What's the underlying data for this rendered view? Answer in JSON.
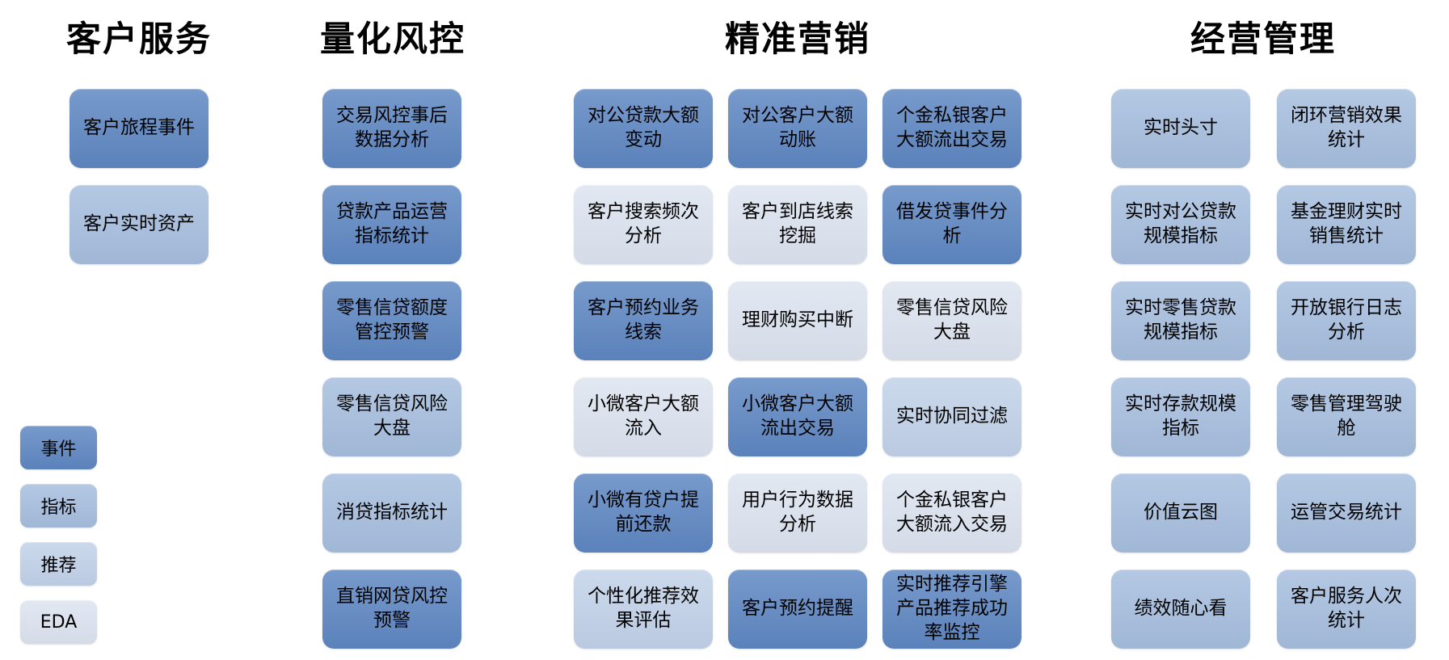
{
  "page": {
    "background": "#ffffff",
    "title_color": "#000000",
    "box_text_color": "#000000"
  },
  "colors": {
    "event": "#5E87C2",
    "indicator": "#A6BEDE",
    "recommend": "#C2D2E9",
    "eda": "#DDE4F0"
  },
  "legend": {
    "items": [
      {
        "label": "事件",
        "type": "event"
      },
      {
        "label": "指标",
        "type": "indicator"
      },
      {
        "label": "推荐",
        "type": "recommend"
      },
      {
        "label": "EDA",
        "type": "eda"
      }
    ]
  },
  "groups": [
    {
      "title": "客户服务",
      "columns": [
        {
          "boxes": [
            {
              "label": "客户旅程事件",
              "type": "event"
            },
            {
              "label": "客户实时资产",
              "type": "indicator"
            }
          ]
        }
      ]
    },
    {
      "title": "量化风控",
      "columns": [
        {
          "boxes": [
            {
              "label": "交易风控事后数据分析",
              "type": "event"
            },
            {
              "label": "贷款产品运营指标统计",
              "type": "event"
            },
            {
              "label": "零售信贷额度管控预警",
              "type": "event"
            },
            {
              "label": "零售信贷风险大盘",
              "type": "indicator"
            },
            {
              "label": "消贷指标统计",
              "type": "indicator"
            },
            {
              "label": "直销网贷风控预警",
              "type": "event"
            }
          ]
        }
      ]
    },
    {
      "title": "精准营销",
      "columns": [
        {
          "boxes": [
            {
              "label": "对公贷款大额变动",
              "type": "event"
            },
            {
              "label": "客户搜索频次分析",
              "type": "eda"
            },
            {
              "label": "客户预约业务线索",
              "type": "event"
            },
            {
              "label": "小微客户大额流入",
              "type": "eda"
            },
            {
              "label": "小微有贷户提前还款",
              "type": "event"
            },
            {
              "label": "个性化推荐效果评估",
              "type": "recommend"
            }
          ]
        },
        {
          "boxes": [
            {
              "label": "对公客户大额动账",
              "type": "event"
            },
            {
              "label": "客户到店线索挖掘",
              "type": "eda"
            },
            {
              "label": "理财购买中断",
              "type": "eda"
            },
            {
              "label": "小微客户大额流出交易",
              "type": "event"
            },
            {
              "label": "用户行为数据分析",
              "type": "eda"
            },
            {
              "label": "客户预约提醒",
              "type": "event"
            }
          ]
        },
        {
          "boxes": [
            {
              "label": "个金私银客户大额流出交易",
              "type": "event"
            },
            {
              "label": "借发贷事件分析",
              "type": "event"
            },
            {
              "label": "零售信贷风险大盘",
              "type": "eda"
            },
            {
              "label": "实时协同过滤",
              "type": "recommend"
            },
            {
              "label": "个金私银客户大额流入交易",
              "type": "eda"
            },
            {
              "label": "实时推荐引擎产品推荐成功率监控",
              "type": "event"
            }
          ]
        }
      ]
    },
    {
      "title": "经营管理",
      "columns": [
        {
          "boxes": [
            {
              "label": "实时头寸",
              "type": "indicator"
            },
            {
              "label": "实时对公贷款规模指标",
              "type": "indicator"
            },
            {
              "label": "实时零售贷款规模指标",
              "type": "indicator"
            },
            {
              "label": "实时存款规模指标",
              "type": "indicator"
            },
            {
              "label": "价值云图",
              "type": "indicator"
            },
            {
              "label": "绩效随心看",
              "type": "indicator"
            }
          ]
        },
        {
          "boxes": [
            {
              "label": "闭环营销效果统计",
              "type": "indicator"
            },
            {
              "label": "基金理财实时销售统计",
              "type": "indicator"
            },
            {
              "label": "开放银行日志分析",
              "type": "indicator"
            },
            {
              "label": "零售管理驾驶舱",
              "type": "indicator"
            },
            {
              "label": "运管交易统计",
              "type": "indicator"
            },
            {
              "label": "客户服务人次统计",
              "type": "indicator"
            }
          ]
        }
      ]
    }
  ]
}
